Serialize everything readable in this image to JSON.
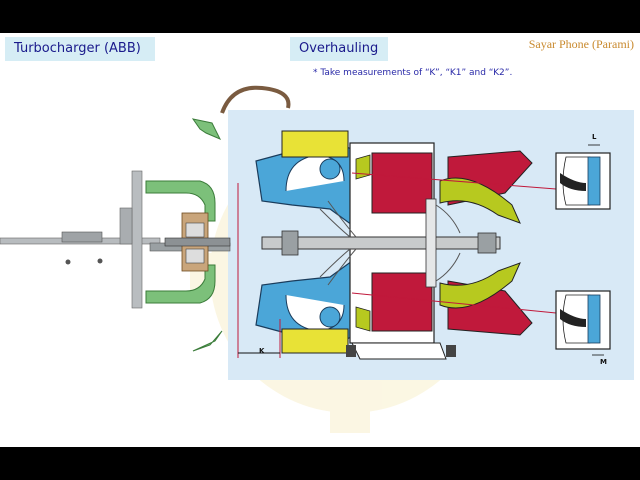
{
  "header": {
    "left_title": "Turbocharger (ABB)",
    "right_title": "Overhauling",
    "brand": "Sayar Phone (Parami)"
  },
  "note": "* Take measurements of “K”, “K1” and “K2”.",
  "diagram": {
    "labels": {
      "k": "K",
      "l": "L",
      "m": "M"
    },
    "colors": {
      "panel": "#d8e9f6",
      "water_jacket": "#4ba6d8",
      "turbine_casing": "#c0193b",
      "yellow_green": "#b7c91f",
      "bracket": "#7cc07a",
      "shaft": "#c8cbcc",
      "background_gear": "#fbf6e0"
    }
  }
}
